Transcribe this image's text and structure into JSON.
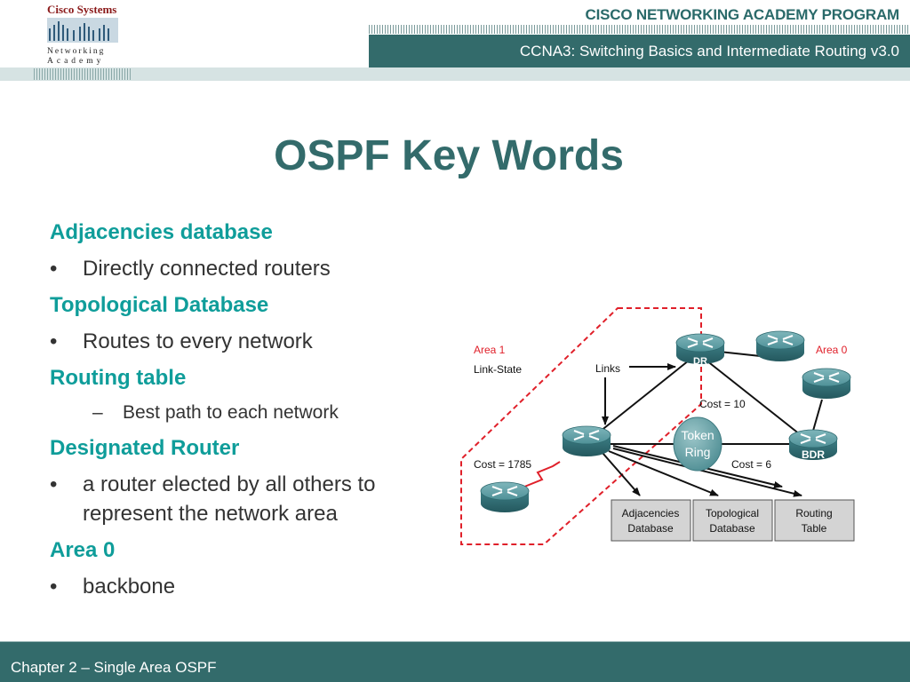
{
  "header": {
    "logo_line1": "Cisco Systems",
    "logo_line2": "Networking",
    "logo_line3": "Academy",
    "program": "CISCO NETWORKING ACADEMY PROGRAM",
    "course": "CCNA3:  Switching Basics and Intermediate Routing v3.0"
  },
  "slide": {
    "title": "OSPF Key Words",
    "items": [
      {
        "kind": "heading",
        "text": "Adjacencies database"
      },
      {
        "kind": "bullet",
        "marker": "•",
        "text": "Directly connected routers"
      },
      {
        "kind": "heading",
        "text": "Topological Database"
      },
      {
        "kind": "bullet",
        "marker": "•",
        "text": "Routes to every network"
      },
      {
        "kind": "heading",
        "text": "Routing table"
      },
      {
        "kind": "sub-bullet",
        "marker": "–",
        "text": "Best path to each network"
      },
      {
        "kind": "heading",
        "text": "Designated Router"
      },
      {
        "kind": "bullet",
        "marker": "•",
        "text": "a router elected by all others to represent the network area"
      },
      {
        "kind": "heading",
        "text": "Area 0"
      },
      {
        "kind": "bullet",
        "marker": "•",
        "text": "backbone"
      }
    ]
  },
  "diagram": {
    "area1": "Area 1",
    "link_state": "Link-State",
    "links": "Links",
    "area0": "Area 0",
    "dr": "DR",
    "bdr": "BDR",
    "cost10": "Cost = 10",
    "cost1785": "Cost = 1785",
    "cost6": "Cost = 6",
    "token_line1": "Token",
    "token_line2": "Ring",
    "box_adj_line1": "Adjacencies",
    "box_adj_line2": "Database",
    "box_topo_line1": "Topological",
    "box_topo_line2": "Database",
    "box_rt_line1": "Routing",
    "box_rt_line2": "Table"
  },
  "footer": {
    "chapter": "Chapter 2 – Single Area OSPF"
  },
  "colors": {
    "accent": "#336b6b",
    "heading": "#0f9d9a",
    "area_red": "#e0202a",
    "router": "#3f8a90"
  }
}
